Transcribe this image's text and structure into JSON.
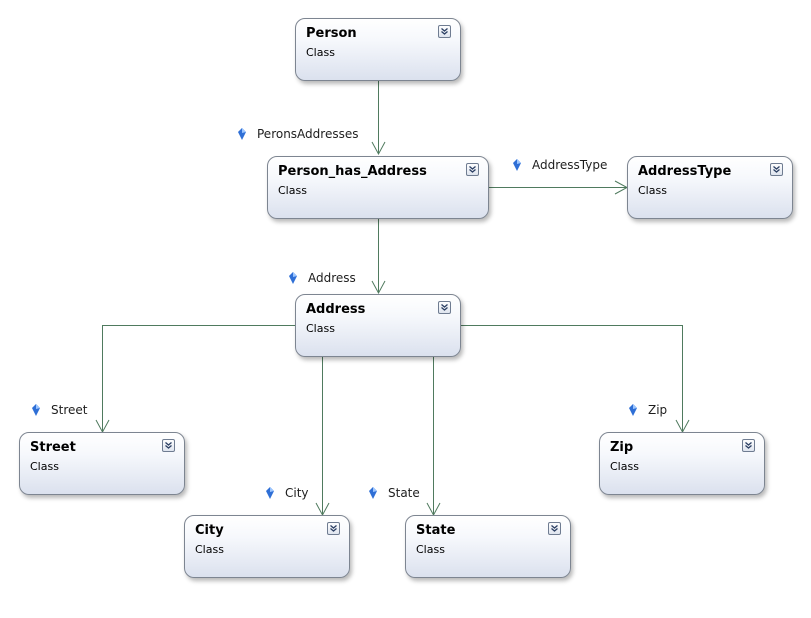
{
  "classes": {
    "person": {
      "name": "Person",
      "kind": "Class",
      "icon": "chevron-collapse-icon"
    },
    "pha": {
      "name": "Person_has_Address",
      "kind": "Class",
      "icon": "chevron-collapse-icon"
    },
    "addrtype": {
      "name": "AddressType",
      "kind": "Class",
      "icon": "chevron-collapse-icon"
    },
    "address": {
      "name": "Address",
      "kind": "Class",
      "icon": "chevron-collapse-icon"
    },
    "street": {
      "name": "Street",
      "kind": "Class",
      "icon": "chevron-collapse-icon"
    },
    "city": {
      "name": "City",
      "kind": "Class",
      "icon": "chevron-collapse-icon"
    },
    "state": {
      "name": "State",
      "kind": "Class",
      "icon": "chevron-collapse-icon"
    },
    "zip": {
      "name": "Zip",
      "kind": "Class",
      "icon": "chevron-collapse-icon"
    }
  },
  "associations": {
    "perons_addresses": "PeronsAddresses",
    "address_type": "AddressType",
    "address": "Address",
    "street": "Street",
    "city": "City",
    "state": "State",
    "zip": "Zip"
  },
  "colors": {
    "connector": "#4f7a5e",
    "box_border": "#7d8591",
    "gem": "#2f6fd6"
  }
}
